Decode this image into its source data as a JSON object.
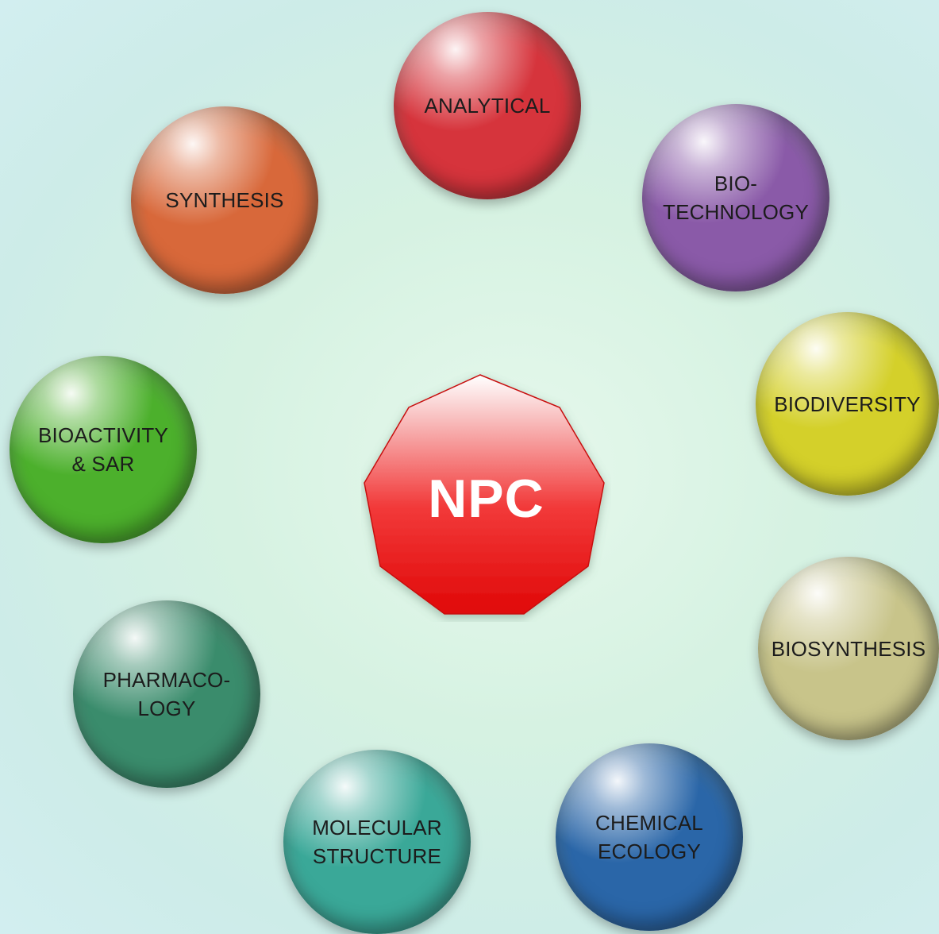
{
  "center": {
    "label": "NPC",
    "color": "#f02020"
  },
  "spheres": [
    {
      "id": "analytical",
      "label": "ANALYTICAL",
      "color": "#d6343c"
    },
    {
      "id": "biotechnology",
      "label": "BIO-\nTECHNOLOGY",
      "color": "#8a5aa8"
    },
    {
      "id": "biodiversity",
      "label": "BIODIVERSITY",
      "color": "#d4d02a"
    },
    {
      "id": "biosynthesis",
      "label": "BIOSYNTHESIS",
      "color": "#c8c48a"
    },
    {
      "id": "chemical-ecology",
      "label": "CHEMICAL\nECOLOGY",
      "color": "#2a66a8"
    },
    {
      "id": "molecular-structure",
      "label": "MOLECULAR\nSTRUCTURE",
      "color": "#3aa898"
    },
    {
      "id": "pharmacology",
      "label": "PHARMACO-\nLOGY",
      "color": "#3a8c6c"
    },
    {
      "id": "bioactivity-sar",
      "label": "BIOACTIVITY\n& SAR",
      "color": "#4cb02c"
    },
    {
      "id": "synthesis",
      "label": "SYNTHESIS",
      "color": "#d8683a"
    }
  ]
}
